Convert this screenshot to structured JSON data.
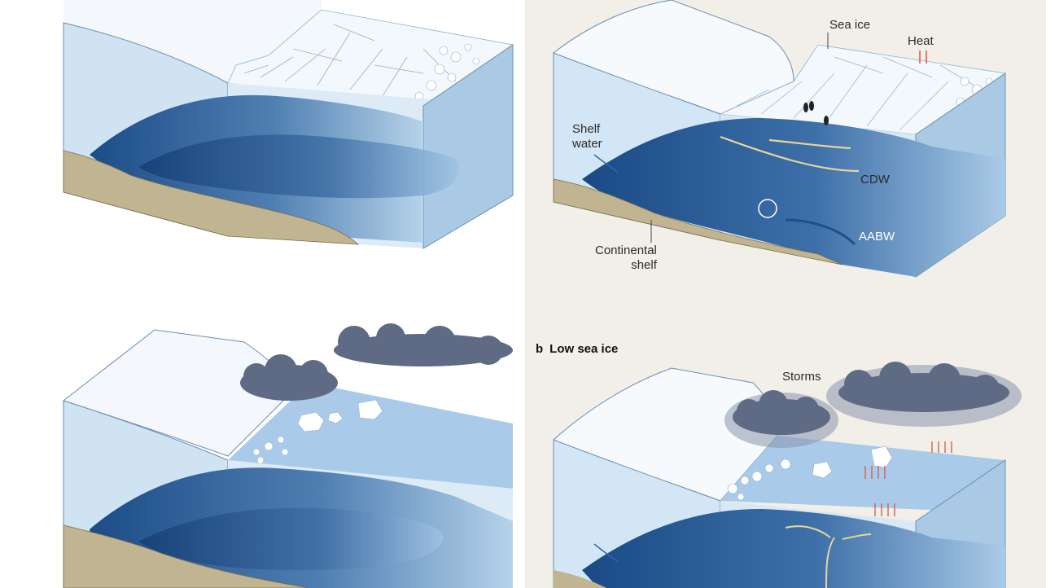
{
  "diagram": {
    "panel_b": {
      "letter": "b",
      "title": "Low sea ice"
    },
    "labels": {
      "sea_ice": "Sea ice",
      "heat": "Heat",
      "shelf_water": "Shelf\nwater",
      "cdw": "CDW",
      "aabw": "AABW",
      "continental_shelf": "Continental\nshelf",
      "storms": "Storms"
    },
    "colors": {
      "deep_water": "#1c4c86",
      "water_light": "#bcd9ef",
      "ice_surface": "#ffffff",
      "seabed": "#bfb38f",
      "cloud": "#5f6a85",
      "arrow_heat": "#d8554a",
      "arrow_cdw": "#e8d59a",
      "arrow_aabw": "#1d4f8e",
      "right_background": "#f1efe8"
    }
  }
}
